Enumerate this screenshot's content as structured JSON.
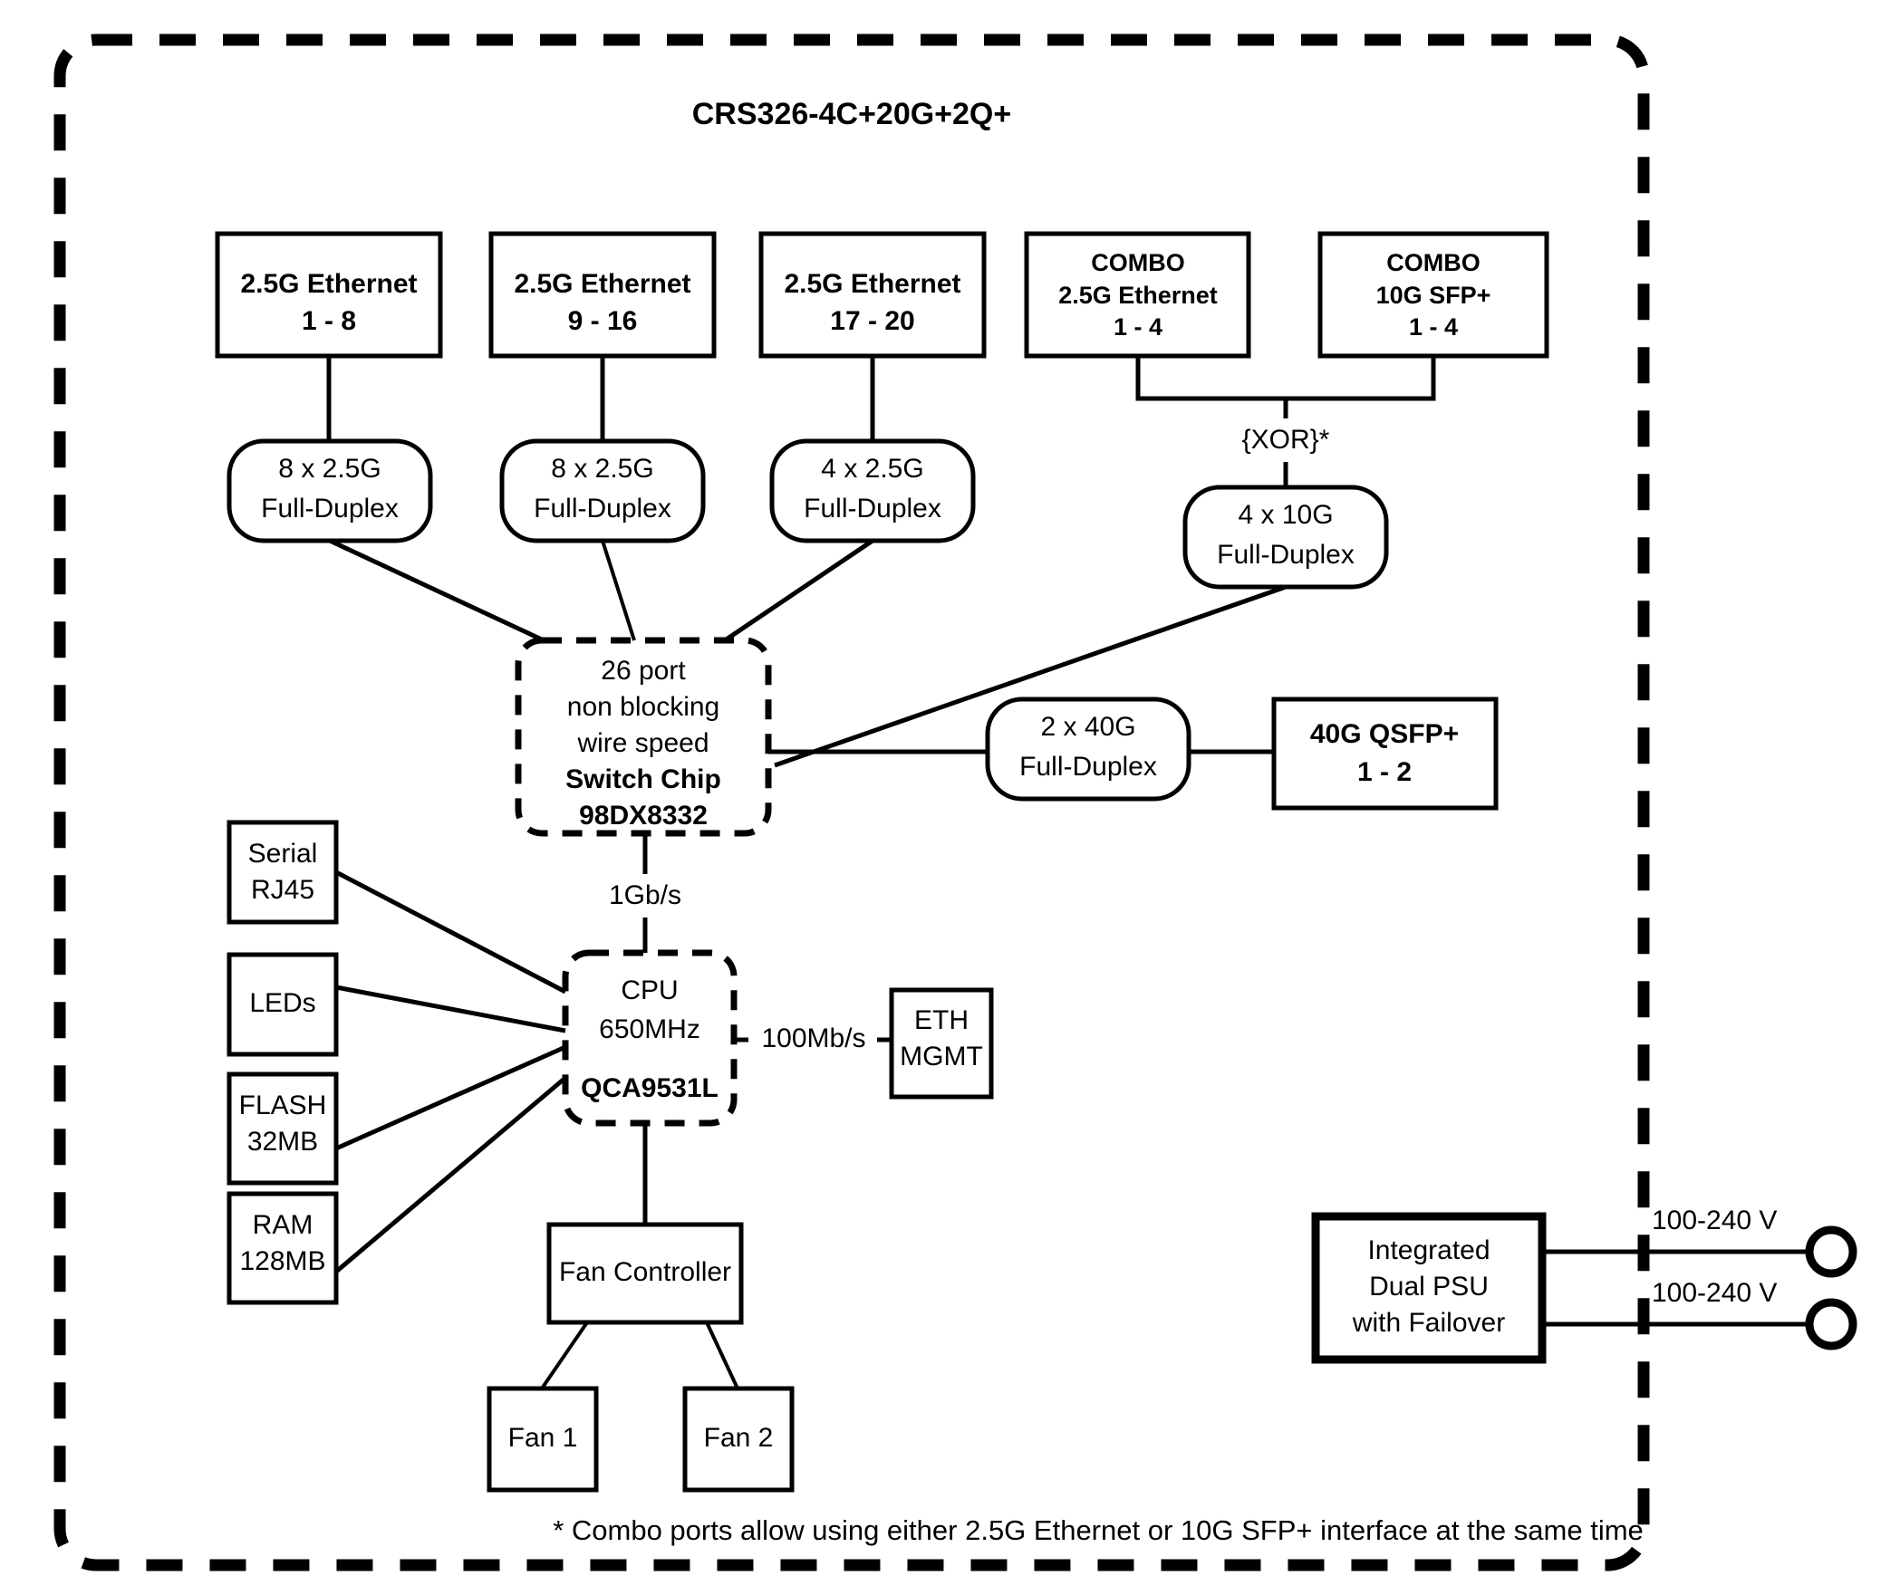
{
  "diagram": {
    "title": "CRS326-4C+20G+2Q+",
    "footnote": "* Combo ports allow using either 2.5G Ethernet or 10G SFP+ interface at the same time",
    "xor_label": "{XOR}*",
    "link_switch_cpu": "1Gb/s",
    "link_cpu_mgmt": "100Mb/s",
    "ports": {
      "eth1": {
        "line1": "2.5G Ethernet",
        "line2": "1 - 8"
      },
      "eth2": {
        "line1": "2.5G Ethernet",
        "line2": "9 - 16"
      },
      "eth3": {
        "line1": "2.5G Ethernet",
        "line2": "17 - 20"
      },
      "combo_eth": {
        "line1": "COMBO",
        "line2": "2.5G Ethernet",
        "line3": "1 - 4"
      },
      "combo_sfp": {
        "line1": "COMBO",
        "line2": "10G SFP+",
        "line3": "1 - 4"
      },
      "qsfp": {
        "line1": "40G QSFP+",
        "line2": "1 - 2"
      }
    },
    "duplex": {
      "d1": {
        "line1": "8 x 2.5G",
        "line2": "Full-Duplex"
      },
      "d2": {
        "line1": "8 x 2.5G",
        "line2": "Full-Duplex"
      },
      "d3": {
        "line1": "4 x 2.5G",
        "line2": "Full-Duplex"
      },
      "d4": {
        "line1": "4 x 10G",
        "line2": "Full-Duplex"
      },
      "d5": {
        "line1": "2 x 40G",
        "line2": "Full-Duplex"
      }
    },
    "switch_chip": {
      "line1": "26 port",
      "line2": "non blocking",
      "line3": "wire speed",
      "line4": "Switch Chip",
      "line5": "98DX8332"
    },
    "cpu": {
      "line1": "CPU",
      "line2": "650MHz",
      "line3": "QCA9531L"
    },
    "peripherals": {
      "serial": {
        "line1": "Serial",
        "line2": "RJ45"
      },
      "leds": {
        "line1": "LEDs"
      },
      "flash": {
        "line1": "FLASH",
        "line2": "32MB"
      },
      "ram": {
        "line1": "RAM",
        "line2": "128MB"
      },
      "eth_mgmt": {
        "line1": "ETH",
        "line2": "MGMT"
      },
      "fan_controller": {
        "line1": "Fan Controller"
      },
      "fan1": {
        "line1": "Fan 1"
      },
      "fan2": {
        "line1": "Fan 2"
      }
    },
    "power": {
      "psu": {
        "line1": "Integrated",
        "line2": "Dual PSU",
        "line3": "with Failover"
      },
      "voltage1": "100-240 V",
      "voltage2": "100-240 V"
    },
    "colors": {
      "stroke": "#000000",
      "background": "#ffffff"
    }
  }
}
